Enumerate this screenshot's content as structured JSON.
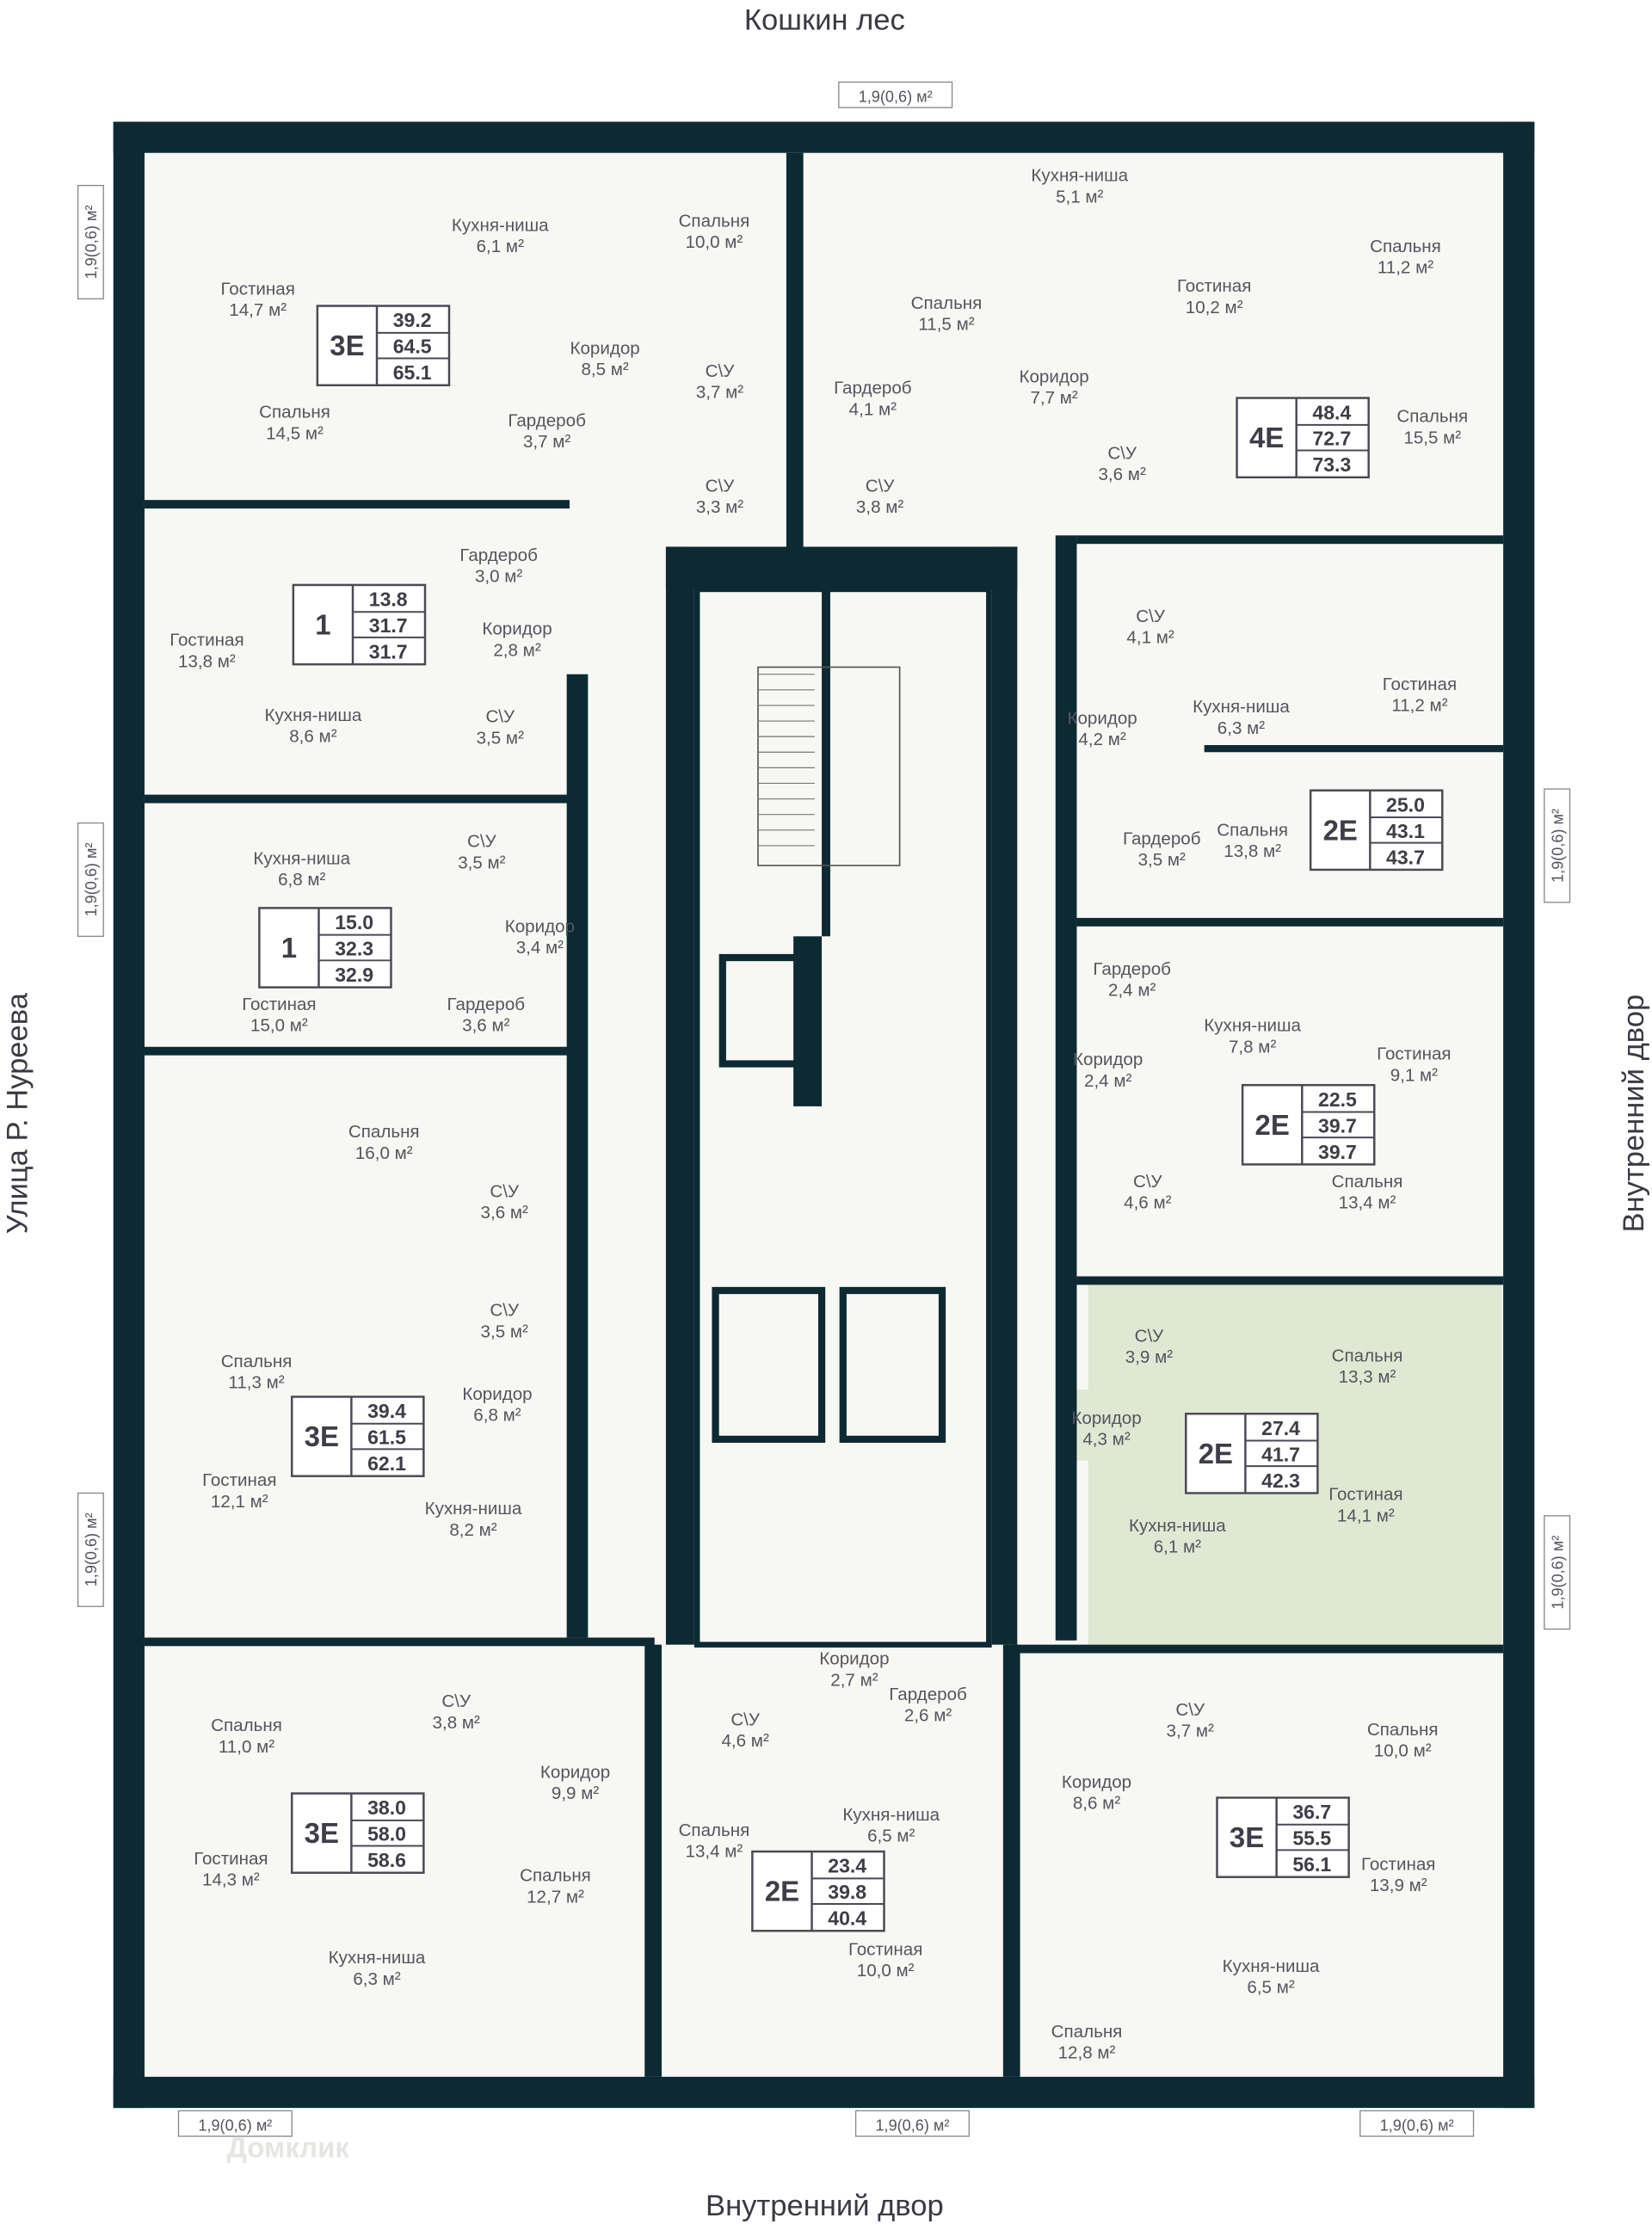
{
  "streets": {
    "top": "Кошкин лес",
    "bottom": "Внутренний двор",
    "left": "Улица Р. Нуреева",
    "right": "Внутренний двор"
  },
  "colors": {
    "wall": "#0d2a33",
    "floor": "#f7f8f3",
    "highlight": "#dfe8d2",
    "furniture": "#b9c59e",
    "text": "#55555f"
  },
  "balcony_label": "1,9(0,6) м²",
  "watermark": "Домклик",
  "apartments": [
    {
      "type": "3E",
      "living": "39.2",
      "total": "64.5",
      "total_with_balcony": "65.1"
    },
    {
      "type": "4E",
      "living": "48.4",
      "total": "72.7",
      "total_with_balcony": "73.3"
    },
    {
      "type": "1",
      "living": "13.8",
      "total": "31.7",
      "total_with_balcony": "31.7"
    },
    {
      "type": "2E",
      "living": "25.0",
      "total": "43.1",
      "total_with_balcony": "43.7"
    },
    {
      "type": "1",
      "living": "15.0",
      "total": "32.3",
      "total_with_balcony": "32.9"
    },
    {
      "type": "2E",
      "living": "22.5",
      "total": "39.7",
      "total_with_balcony": "39.7"
    },
    {
      "type": "3E",
      "living": "39.4",
      "total": "61.5",
      "total_with_balcony": "62.1"
    },
    {
      "type": "2E",
      "living": "27.4",
      "total": "41.7",
      "total_with_balcony": "42.3",
      "highlighted": true
    },
    {
      "type": "3E",
      "living": "38.0",
      "total": "58.0",
      "total_with_balcony": "58.6"
    },
    {
      "type": "2E",
      "living": "23.4",
      "total": "39.8",
      "total_with_balcony": "40.4"
    },
    {
      "type": "3E",
      "living": "36.7",
      "total": "55.5",
      "total_with_balcony": "56.1"
    }
  ],
  "rooms": [
    {
      "name": "Гостиная",
      "area": "14,7 м²"
    },
    {
      "name": "Кухня-ниша",
      "area": "6,1 м²"
    },
    {
      "name": "Коридор",
      "area": "8,5 м²"
    },
    {
      "name": "Спальня",
      "area": "14,5 м²"
    },
    {
      "name": "Гардероб",
      "area": "3,7 м²"
    },
    {
      "name": "С\\У",
      "area": "3,7 м²"
    },
    {
      "name": "С\\У",
      "area": "3,3 м²"
    },
    {
      "name": "Спальня",
      "area": "10,0 м²"
    },
    {
      "name": "Спальня",
      "area": "11,5 м²"
    },
    {
      "name": "Гардероб",
      "area": "4,1 м²"
    },
    {
      "name": "С\\У",
      "area": "3,8 м²"
    },
    {
      "name": "Кухня-ниша",
      "area": "5,1 м²"
    },
    {
      "name": "Гостиная",
      "area": "10,2 м²"
    },
    {
      "name": "Спальня",
      "area": "11,2 м²"
    },
    {
      "name": "Коридор",
      "area": "7,7 м²"
    },
    {
      "name": "С\\У",
      "area": "3,6 м²"
    },
    {
      "name": "Спальня",
      "area": "15,5 м²"
    },
    {
      "name": "Гостиная",
      "area": "13,8 м²"
    },
    {
      "name": "Гардероб",
      "area": "3,0 м²"
    },
    {
      "name": "Коридор",
      "area": "2,8 м²"
    },
    {
      "name": "Кухня-ниша",
      "area": "8,6 м²"
    },
    {
      "name": "С\\У",
      "area": "3,5 м²"
    },
    {
      "name": "С\\У",
      "area": "4,1 м²"
    },
    {
      "name": "Гостиная",
      "area": "11,2 м²"
    },
    {
      "name": "Коридор",
      "area": "4,2 м²"
    },
    {
      "name": "Кухня-ниша",
      "area": "6,3 м²"
    },
    {
      "name": "Спальня",
      "area": "13,8 м²"
    },
    {
      "name": "Гардероб",
      "area": "3,5 м²"
    },
    {
      "name": "Кухня-ниша",
      "area": "6,8 м²"
    },
    {
      "name": "С\\У",
      "area": "3,5 м²"
    },
    {
      "name": "Коридор",
      "area": "3,4 м²"
    },
    {
      "name": "Гостиная",
      "area": "15,0 м²"
    },
    {
      "name": "Гардероб",
      "area": "3,6 м²"
    },
    {
      "name": "Гардероб",
      "area": "2,4 м²"
    },
    {
      "name": "Кухня-ниша",
      "area": "7,8 м²"
    },
    {
      "name": "Гостиная",
      "area": "9,1 м²"
    },
    {
      "name": "Коридор",
      "area": "2,4 м²"
    },
    {
      "name": "Спальня",
      "area": "16,0 м²"
    },
    {
      "name": "С\\У",
      "area": "3,6 м²"
    },
    {
      "name": "С\\У",
      "area": "4,6 м²"
    },
    {
      "name": "Спальня",
      "area": "13,4 м²"
    },
    {
      "name": "С\\У",
      "area": "3,5 м²"
    },
    {
      "name": "Спальня",
      "area": "11,3 м²"
    },
    {
      "name": "Коридор",
      "area": "6,8 м²"
    },
    {
      "name": "С\\У",
      "area": "3,9 м²"
    },
    {
      "name": "Спальня",
      "area": "13,3 м²"
    },
    {
      "name": "Коридор",
      "area": "4,3 м²"
    },
    {
      "name": "Гостиная",
      "area": "12,1 м²"
    },
    {
      "name": "Кухня-ниша",
      "area": "8,2 м²"
    },
    {
      "name": "Гостиная",
      "area": "14,1 м²"
    },
    {
      "name": "Кухня-ниша",
      "area": "6,1 м²"
    },
    {
      "name": "Коридор",
      "area": "2,7 м²"
    },
    {
      "name": "Гардероб",
      "area": "2,6 м²"
    },
    {
      "name": "Спальня",
      "area": "11,0 м²"
    },
    {
      "name": "С\\У",
      "area": "3,8 м²"
    },
    {
      "name": "С\\У",
      "area": "4,6 м²"
    },
    {
      "name": "С\\У",
      "area": "3,7 м²"
    },
    {
      "name": "Спальня",
      "area": "10,0 м²"
    },
    {
      "name": "Коридор",
      "area": "9,9 м²"
    },
    {
      "name": "Коридор",
      "area": "8,6 м²"
    },
    {
      "name": "Кухня-ниша",
      "area": "6,5 м²"
    },
    {
      "name": "Спальня",
      "area": "13,4 м²"
    },
    {
      "name": "Гостиная",
      "area": "14,3 м²"
    },
    {
      "name": "Спальня",
      "area": "12,7 м²"
    },
    {
      "name": "Гостиная",
      "area": "13,9 м²"
    },
    {
      "name": "Кухня-ниша",
      "area": "6,3 м²"
    },
    {
      "name": "Гостиная",
      "area": "10,0 м²"
    },
    {
      "name": "Кухня-ниша",
      "area": "6,5 м²"
    },
    {
      "name": "Спальня",
      "area": "12,8 м²"
    }
  ]
}
